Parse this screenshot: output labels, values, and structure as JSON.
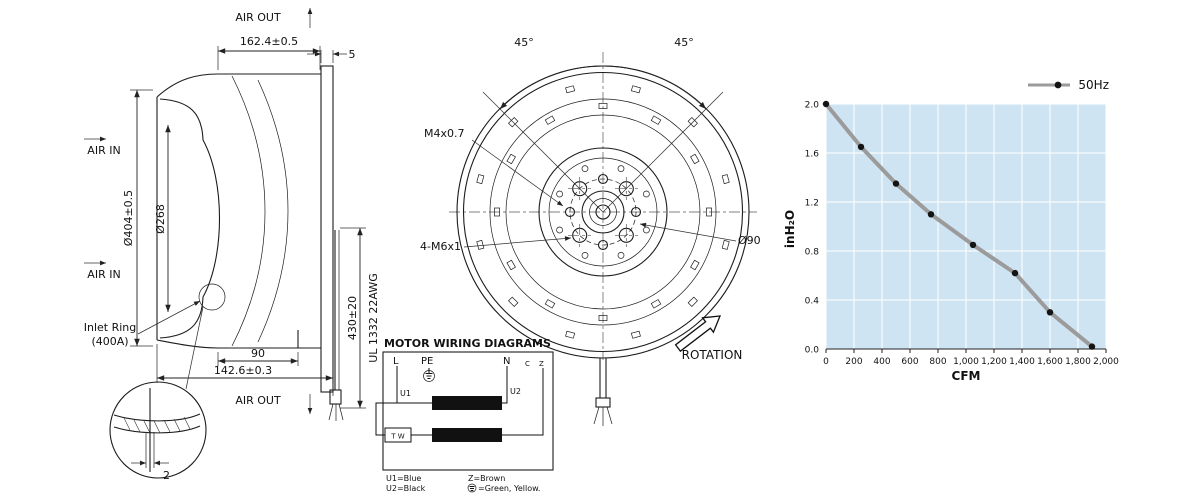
{
  "side_view": {
    "air_out_top": "AIR OUT",
    "air_out_bottom": "AIR OUT",
    "air_in_top": "AIR IN",
    "air_in_bottom": "AIR IN",
    "dim_width": "162.4±0.5",
    "dim_plate": "5",
    "dim_outer_dia": "Ø404±0.5",
    "dim_inlet_dia": "Ø268",
    "dim_cable_len": "430±20",
    "cable_spec": "UL 1332 22AWG",
    "dim_depth": "90",
    "dim_total_depth": "142.6±0.3",
    "inlet_ring_line1": "Inlet Ring",
    "inlet_ring_line2": "(400A)",
    "dim_ring_thk": "2"
  },
  "front_view": {
    "angle_left": "45°",
    "angle_right": "45°",
    "thread_small": "M4x0.7",
    "thread_bolts": "4-M6x1",
    "dia_hub": "Ø90",
    "rotation": "ROTATION"
  },
  "wiring": {
    "title": "MOTOR WIRING DIAGRAMS",
    "term_l": "L",
    "term_pe": "PE",
    "term_n": "N",
    "term_c": "C",
    "term_z": "Z",
    "tap_u1": "U1",
    "tap_u2": "U2",
    "thermal": "T W",
    "legend_u1": "U1=Blue",
    "legend_u2": "U2=Black",
    "legend_z": "Z=Brown",
    "legend_ground": "=Green, Yellow."
  },
  "chart": {
    "legend": "50Hz",
    "xlabel": "CFM",
    "ylabel": "inH₂O"
  },
  "chart_data": {
    "type": "line",
    "title": "",
    "xlabel": "CFM",
    "ylabel": "inH₂O",
    "legend": [
      "50Hz"
    ],
    "legend_position": "top-right",
    "grid": true,
    "xlim": [
      0,
      2000
    ],
    "ylim": [
      0,
      2
    ],
    "x_ticks": [
      0,
      200,
      400,
      600,
      800,
      1000,
      1200,
      1400,
      1600,
      1800,
      2000
    ],
    "x_tick_labels": [
      "0",
      "200",
      "400",
      "600",
      "800",
      "1,000",
      "1,200",
      "1,400",
      "1,600",
      "1,800",
      "2,000"
    ],
    "y_ticks": [
      0,
      0.4,
      0.8,
      1.2,
      1.6,
      2.0
    ],
    "y_tick_labels": [
      "0.0",
      "0.4",
      "0.8",
      "1.2",
      "1.6",
      "2.0"
    ],
    "series": [
      {
        "name": "50Hz",
        "x": [
          0,
          250,
          500,
          750,
          1050,
          1350,
          1600,
          1900
        ],
        "y": [
          2.0,
          1.65,
          1.35,
          1.1,
          0.85,
          0.62,
          0.3,
          0.02
        ]
      }
    ],
    "colors": {
      "plot_bg": "#cfe4f3",
      "grid": "#ffffff",
      "line": "#9b9b9b",
      "marker": "#141414"
    }
  }
}
